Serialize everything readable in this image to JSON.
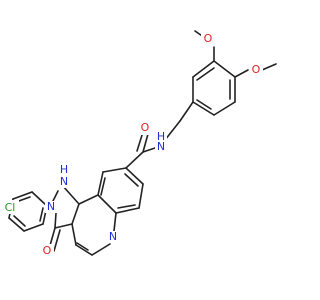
{
  "colors": {
    "background": "#ffffff",
    "bond": "#222222",
    "carbon": "#222222",
    "oxygen": "#e02020",
    "nitrogen": "#2030d8",
    "chlorine": "#20a020"
  },
  "atom_labels": {
    "o_methoxy_top": "O",
    "o_methoxy_bottom": "O",
    "nh_amide": "H",
    "n_amide": "N",
    "o_carbonyl": "O",
    "nh_pyrazole": "H",
    "n_pyrazole_1": "N",
    "n_pyrazole_2": "N",
    "n_quinoline": "N",
    "o_pyrazolone": "O",
    "cl": "Cl"
  }
}
